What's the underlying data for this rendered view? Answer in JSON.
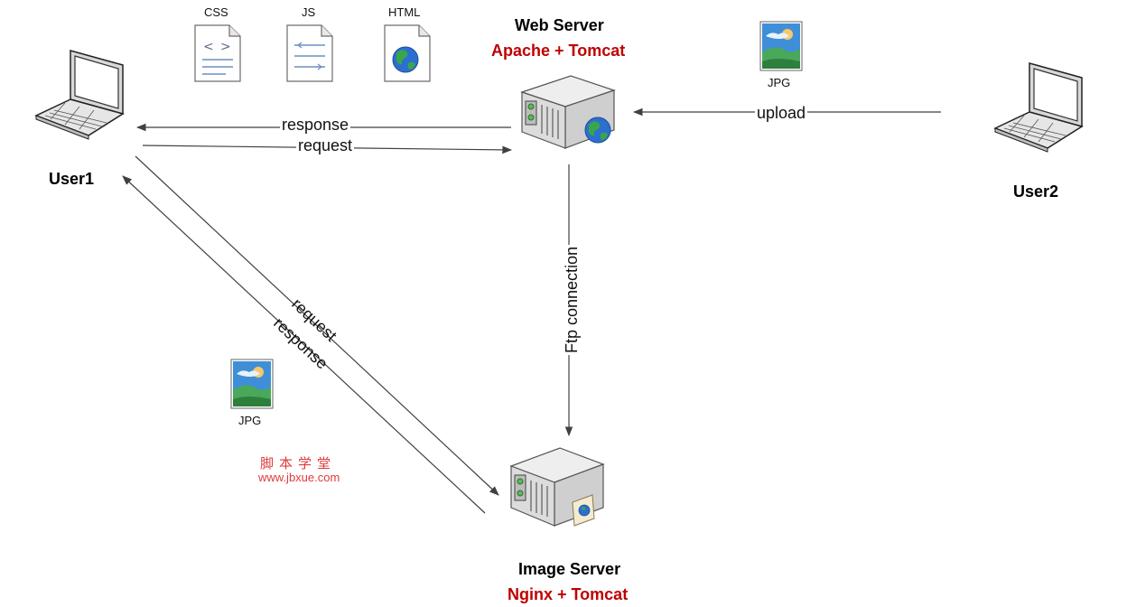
{
  "file_icons": [
    {
      "label": "CSS",
      "icon": "css-file-icon"
    },
    {
      "label": "JS",
      "icon": "js-file-icon"
    },
    {
      "label": "HTML",
      "icon": "html-file-icon"
    }
  ],
  "nodes": {
    "user1": {
      "label": "User1",
      "icon": "laptop-icon"
    },
    "user2": {
      "label": "User2",
      "icon": "laptop-icon"
    },
    "web_server": {
      "title": "Web Server",
      "subtitle": "Apache + Tomcat",
      "icon": "server-globe-icon"
    },
    "image_server": {
      "title": "Image Server",
      "subtitle": "Nginx + Tomcat",
      "icon": "server-globe-icon"
    }
  },
  "jpg_icons": [
    {
      "label": "JPG",
      "icon": "jpg-image-icon"
    },
    {
      "label": "JPG",
      "icon": "jpg-image-icon"
    }
  ],
  "edges": {
    "web_to_user1": "response",
    "user1_to_web": "request",
    "user2_to_web": "upload",
    "web_to_image": "Ftp connection",
    "user1_to_image": "request",
    "image_to_user1": "response"
  },
  "watermark": {
    "text": "脚本学堂",
    "url": "www.jbxue.com"
  },
  "colors": {
    "accent_red": "#c00000",
    "line": "#404040",
    "watermark": "#e03a3a"
  }
}
